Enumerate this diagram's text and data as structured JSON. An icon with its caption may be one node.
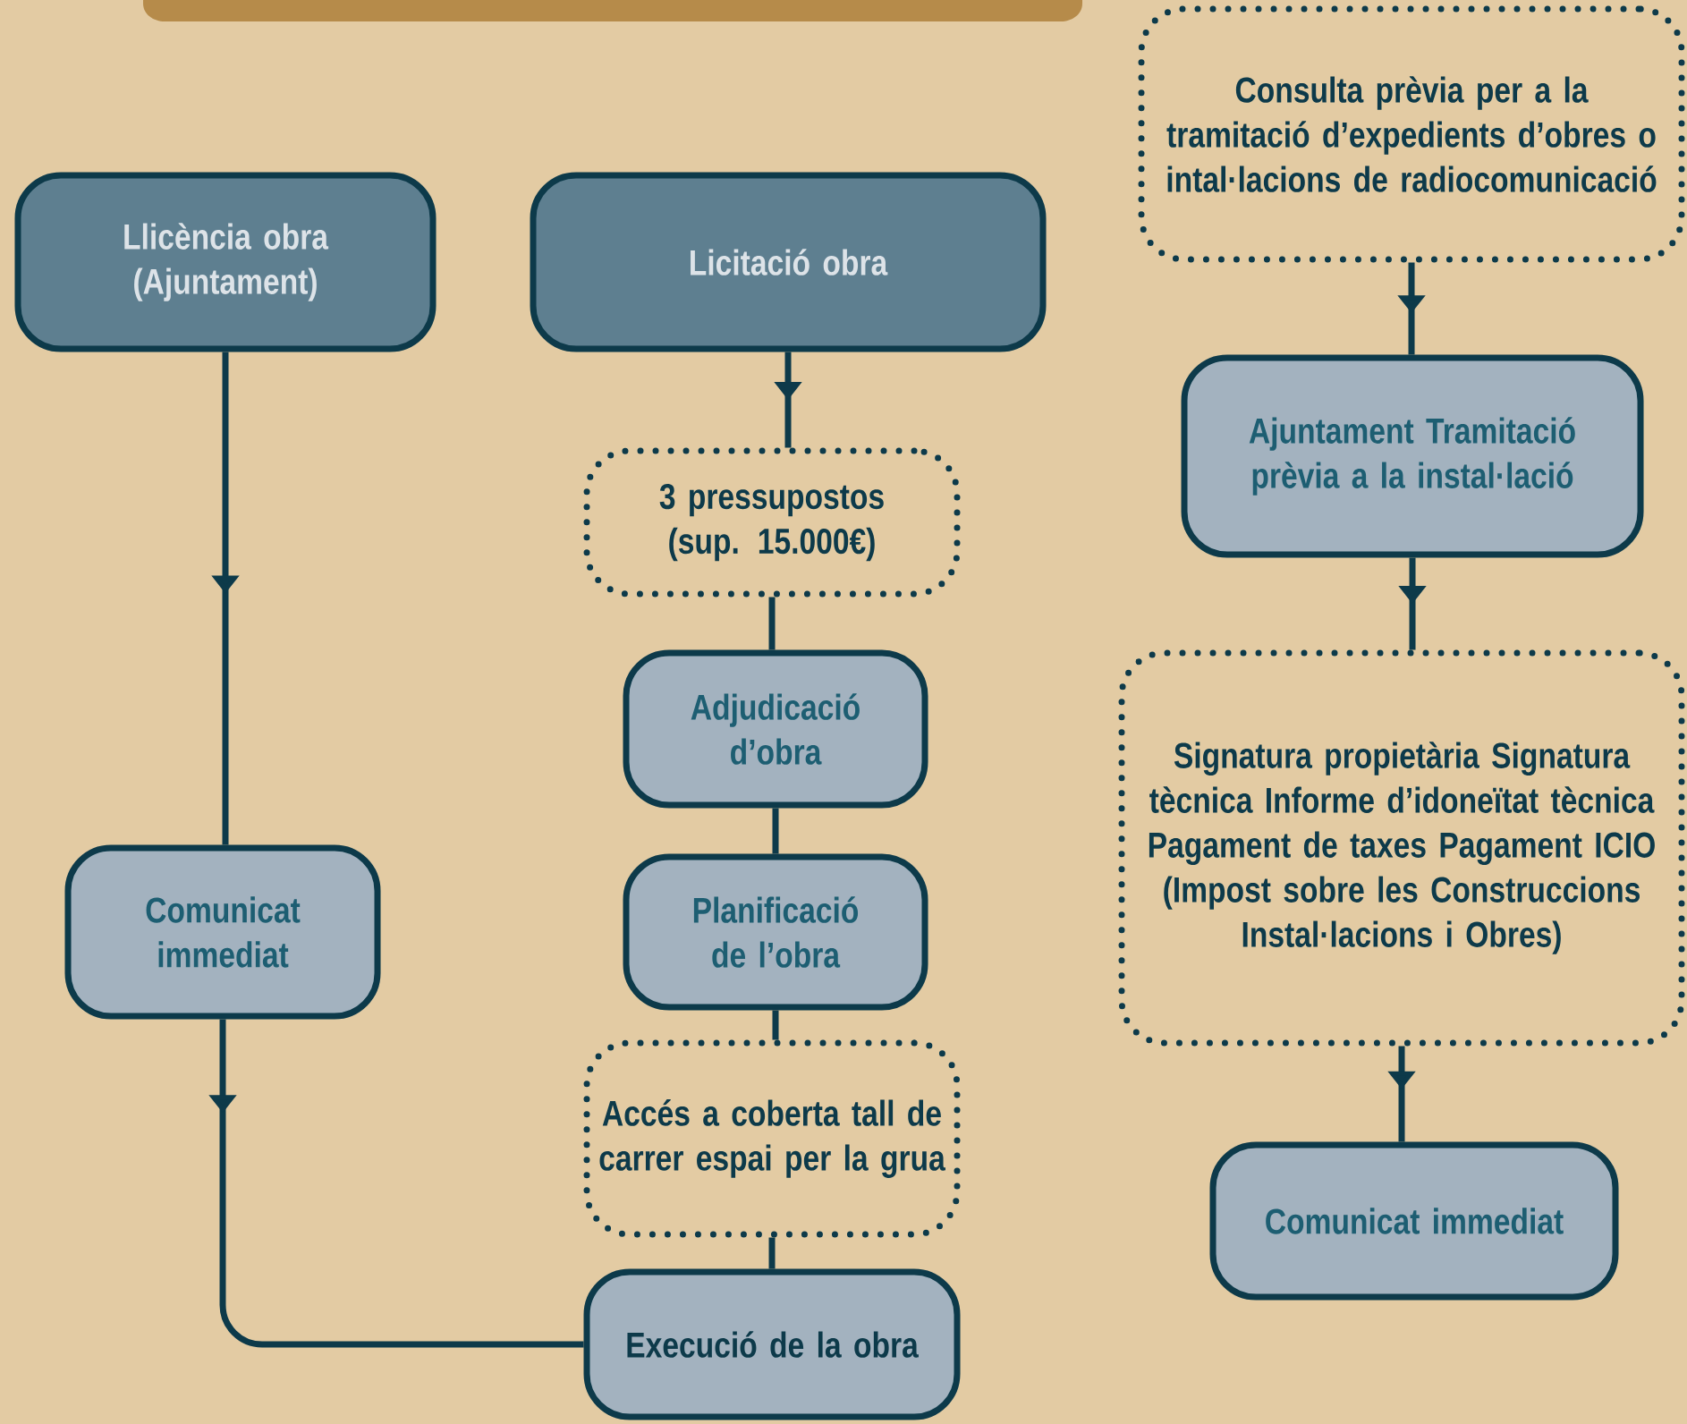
{
  "diagram": {
    "nodes": [
      {
        "text": [
          "Llicència obra (Ajuntament)"
        ]
      },
      {
        "text": [
          "Licitació obra"
        ]
      },
      {
        "text": [
          "3 pressupostos (sup. 15.000€)"
        ]
      },
      {
        "text": [
          "Adjudicació d’obra"
        ]
      },
      {
        "text": [
          "Planificació de l’obra"
        ]
      },
      {
        "text": [
          "Comunicat immediat"
        ]
      },
      {
        "text": [
          "Accés a coberta tall de carrer espai per la grua"
        ]
      },
      {
        "text": [
          "Execució de la obra"
        ]
      },
      {
        "text": [
          "Consulta prèvia per a la tramitació d’expedients d’obres o intal·lacions de radiocomunicació"
        ]
      },
      {
        "text": [
          "Ajuntament Tramitació prèvia a la instal·lació"
        ]
      },
      {
        "text": [
          "Signatura propietària Signatura tècnica Informe d’idoneïtat tècnica Pagament de taxes Pagament ICIO (Impost sobre les Construccions Instal·lacions i Obres)"
        ]
      },
      {
        "text": [
          "Comunicat immediat"
        ]
      }
    ],
    "edges": [
      {
        "from": 0,
        "to": 5,
        "arrow": "to"
      },
      {
        "from": 5,
        "to": 7,
        "arrow": "to"
      },
      {
        "from": 1,
        "to": 2,
        "arrow": "to"
      },
      {
        "from": 2,
        "to": 3,
        "arrow": "none"
      },
      {
        "from": 3,
        "to": 4,
        "arrow": "none"
      },
      {
        "from": 4,
        "to": 6,
        "arrow": "none"
      },
      {
        "from": 6,
        "to": 7,
        "arrow": "none"
      },
      {
        "from": 8,
        "to": 9,
        "arrow": "to"
      },
      {
        "from": 9,
        "to": 10,
        "arrow": "to"
      },
      {
        "from": 10,
        "to": 11,
        "arrow": "to"
      }
    ]
  }
}
